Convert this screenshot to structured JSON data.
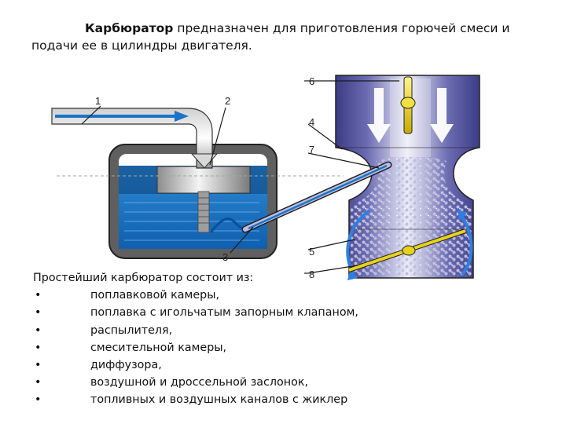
{
  "intro": {
    "term": "Карбюратор",
    "text": " предназначен для приготовления горючей смеси и подачи ее в цилиндры двигателя."
  },
  "diagram": {
    "callouts": [
      "1",
      "2",
      "3",
      "4",
      "5",
      "6",
      "7",
      "8"
    ],
    "colors": {
      "fuel": "#1b73c8",
      "chamber_body": "#5f5fa4",
      "throttle_plate": "#e7d21c",
      "outline": "#222222"
    }
  },
  "composition": {
    "heading": "Простейший карбюратор  состоит из:",
    "bullet": "•",
    "items": [
      "поплавковой камеры,",
      "поплавка с игольчатым запорным клапаном,",
      "распылителя,",
      "смесительной камеры,",
      "диффузора,",
      "воздушной и дроссельной заслонок,",
      "топливных и воздушных каналов с жиклер"
    ]
  }
}
